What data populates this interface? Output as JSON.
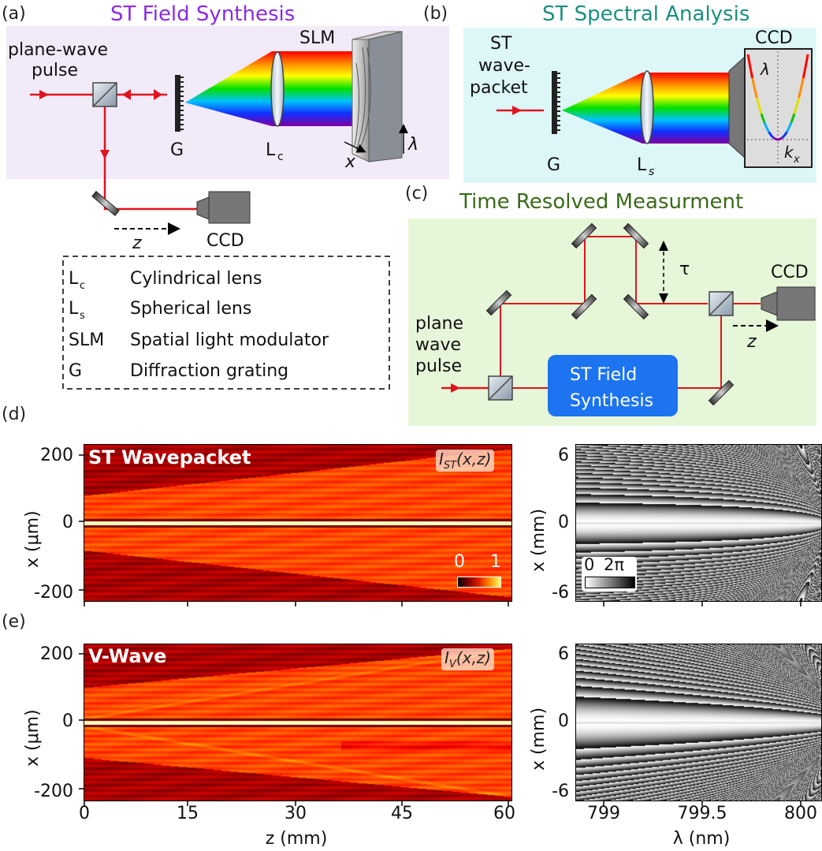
{
  "panel_a": {
    "label": "(a)",
    "title": "ST Field Synthesis",
    "input_label_1": "plane-wave",
    "input_label_2": "pulse",
    "grating": "G",
    "lens": "L",
    "lens_sub": "c",
    "slm": "SLM",
    "axis_x": "x",
    "axis_lambda": "λ",
    "axis_z": "z",
    "ccd": "CCD"
  },
  "legend": {
    "items": [
      {
        "sym": "L",
        "sub": "c",
        "desc": "Cylindrical lens"
      },
      {
        "sym": "L",
        "sub": "s",
        "desc": "Spherical lens"
      },
      {
        "sym": "SLM",
        "sub": "",
        "desc": "Spatial light modulator"
      },
      {
        "sym": "G",
        "sub": "",
        "desc": "Diffraction grating"
      }
    ]
  },
  "panel_b": {
    "label": "(b)",
    "title": "ST Spectral Analysis",
    "input_1": "ST",
    "input_2": "wave-",
    "input_3": "packet",
    "grating": "G",
    "lens": "L",
    "lens_sub": "s",
    "ccd": "CCD",
    "lambda": "λ",
    "kx": "k",
    "kx_sub": "x"
  },
  "panel_c": {
    "label": "(c)",
    "title": "Time Resolved Measurment",
    "input_1": "plane",
    "input_2": "wave",
    "input_3": "pulse",
    "box_1": "ST Field",
    "box_2": "Synthesis",
    "tau": "τ",
    "ccd": "CCD",
    "z": "z"
  },
  "panel_d": {
    "label": "(d)",
    "name": "ST Wavepacket",
    "intensity": "I",
    "intensity_sub": "ST",
    "intensity_arg": "(x,z)",
    "cbar_min": "0",
    "cbar_max": "1",
    "phase_min": "0",
    "phase_max": "2π"
  },
  "panel_e": {
    "label": "(e)",
    "name": "V-Wave",
    "intensity": "I",
    "intensity_sub": "V",
    "intensity_arg": "(x,z)"
  },
  "axes": {
    "x_left_label": "x (μm)",
    "x_left_ticks": [
      "200",
      "0",
      "-200"
    ],
    "z_label": "z (mm)",
    "z_ticks": [
      "0",
      "15",
      "30",
      "45",
      "60"
    ],
    "x_right_label": "x (mm)",
    "x_right_ticks": [
      "6",
      "0",
      "-6"
    ],
    "lambda_label": "λ (nm)",
    "lambda_ticks": [
      "799",
      "799.5",
      "800"
    ]
  },
  "colors": {
    "violet_title": "#8B2BE2",
    "teal_title": "#1A9080",
    "green_title": "#3A6A1A",
    "beam_red": "#E0141E",
    "panel_a_bg": "#F1EAF8",
    "panel_b_bg": "#DDF7F8",
    "panel_c_bg": "#E6F6D8",
    "synth_box": "#1C74F0"
  }
}
